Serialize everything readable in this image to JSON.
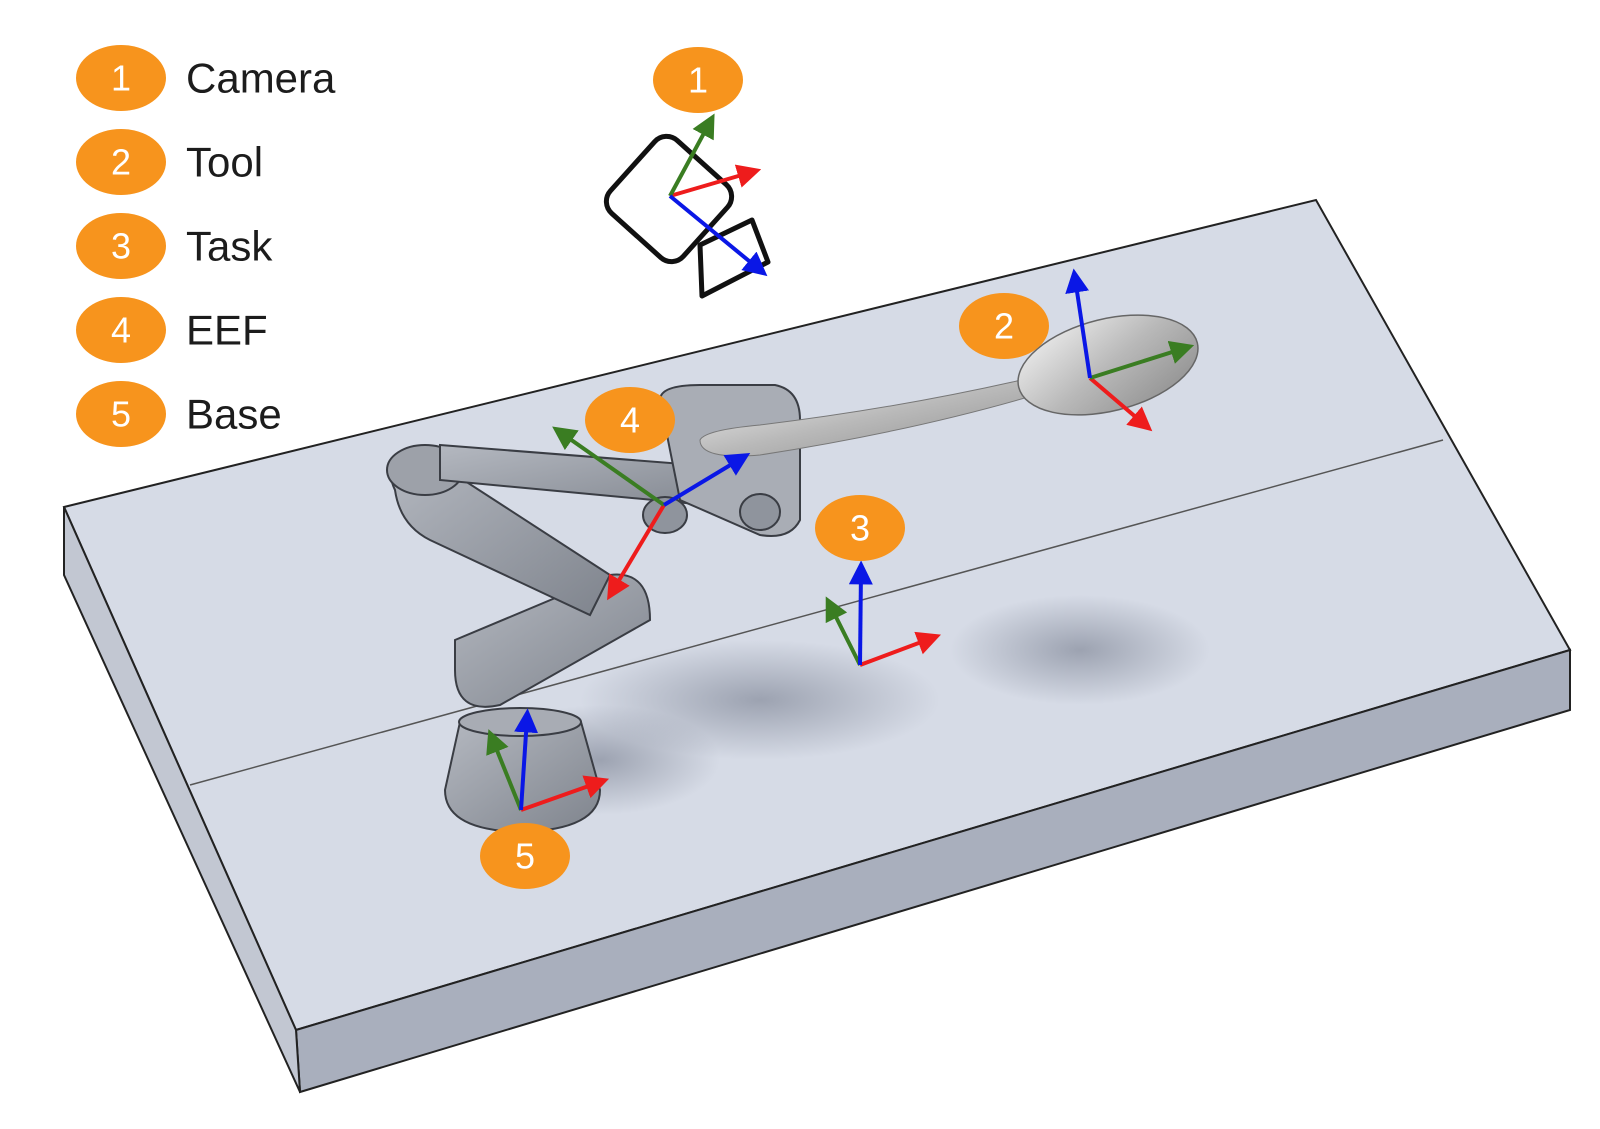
{
  "legend": {
    "items": [
      {
        "number": "1",
        "label": "Camera"
      },
      {
        "number": "2",
        "label": "Tool"
      },
      {
        "number": "3",
        "label": "Task"
      },
      {
        "number": "4",
        "label": "EEF"
      },
      {
        "number": "5",
        "label": "Base"
      }
    ]
  },
  "markers": {
    "camera": "1",
    "tool": "2",
    "task": "3",
    "eef": "4",
    "base": "5"
  },
  "colors": {
    "badge": "#f7941d",
    "axis_x": "#ee1c1c",
    "axis_y": "#3a7d22",
    "axis_z": "#0a17e6",
    "table_top": "#d6dbe6",
    "table_side": "#a9afbd",
    "robot": "#8f949d"
  },
  "icons": [
    "camera-icon",
    "spoon-icon",
    "robot-arm-icon"
  ]
}
